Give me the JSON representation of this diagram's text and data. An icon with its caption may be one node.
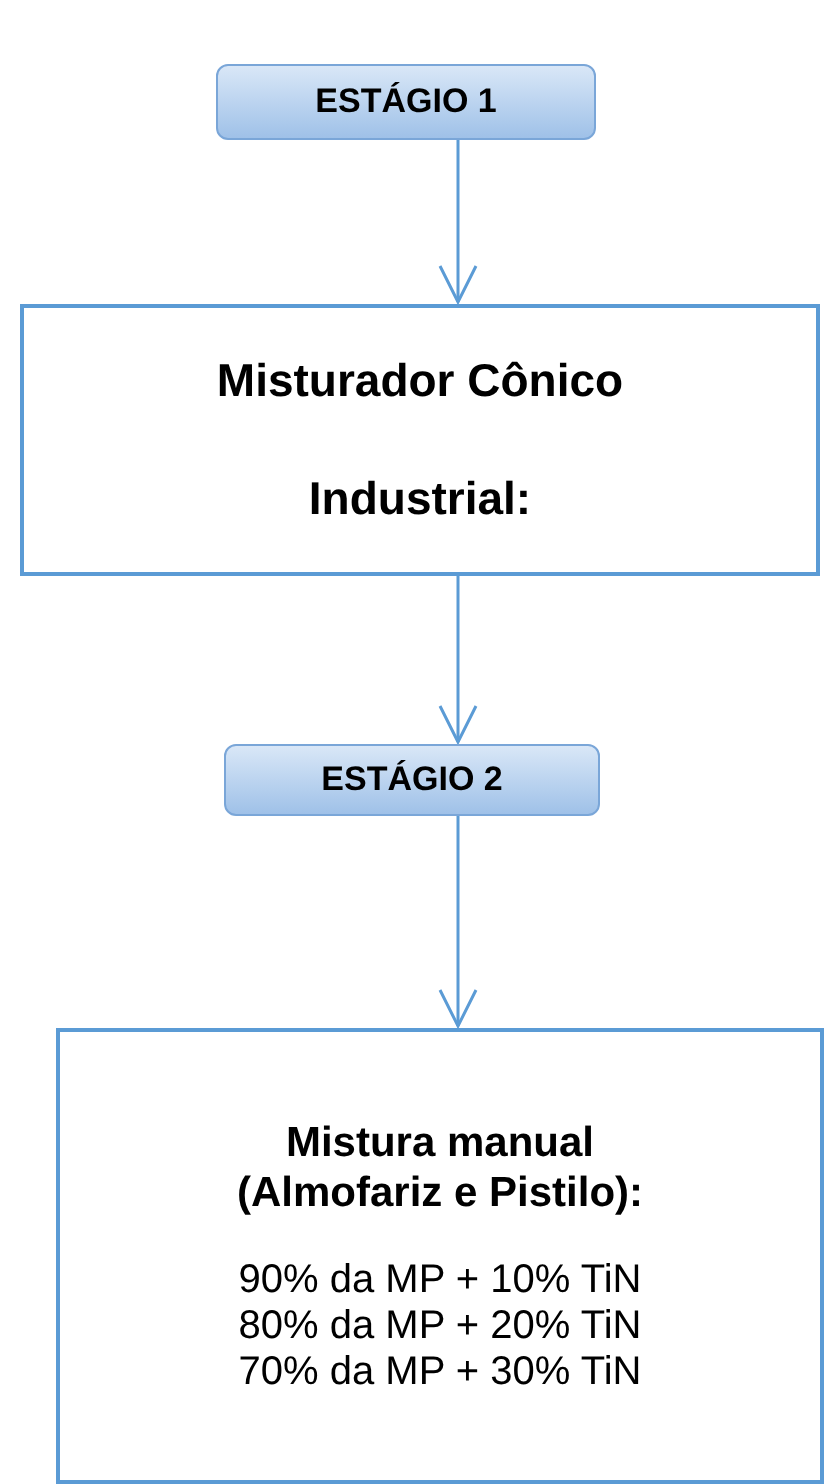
{
  "diagram": {
    "nodes": [
      {
        "text": [
          "ESTÁGIO 1"
        ]
      },
      {
        "text": [
          "Misturador Cônico Industrial:"
        ]
      },
      {
        "text": [
          "ESTÁGIO 2"
        ]
      },
      {
        "text": [
          "Mistura manual (Almofariz e Pistilo):",
          "90% da MP + 10% TiN",
          "80% da MP + 20% TiN",
          "70% da MP + 30% TiN"
        ]
      }
    ],
    "edges": [
      {
        "from": 0,
        "to": 1,
        "arrow": "to"
      },
      {
        "from": 1,
        "to": 2,
        "arrow": "to"
      },
      {
        "from": 2,
        "to": 3,
        "arrow": "to"
      }
    ]
  }
}
